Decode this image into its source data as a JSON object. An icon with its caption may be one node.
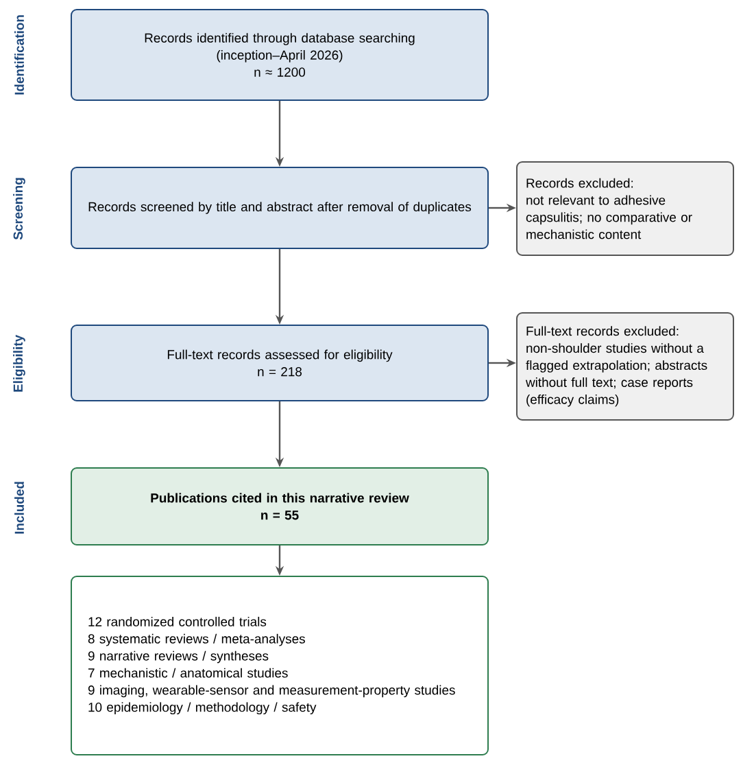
{
  "diagram": {
    "nodes": [
      {
        "text": [
          "Records identified through database searching",
          "(inception–April 2026)",
          "n ≈ 1200"
        ]
      },
      {
        "text": [
          "Records screened by title and abstract after removal of duplicates"
        ]
      },
      {
        "text": [
          "Records excluded:",
          "not relevant to adhesive capsulitis; no comparative or mechanistic content"
        ]
      },
      {
        "text": [
          "Full-text records assessed for eligibility",
          "n = 218"
        ]
      },
      {
        "text": [
          "Full-text records excluded:",
          "non-shoulder studies without a flagged extrapolation; abstracts without full text; case reports (efficacy claims)"
        ]
      },
      {
        "text": [
          "Publications cited in this narrative review",
          "n = 55"
        ]
      },
      {
        "text": [
          "12  randomized controlled trials",
          "8  systematic reviews / meta-analyses",
          "9  narrative reviews / syntheses",
          "7  mechanistic / anatomical studies",
          "9  imaging, wearable-sensor and measurement-property studies",
          "10  epidemiology / methodology / safety"
        ]
      }
    ],
    "edges": [
      {
        "from": 0,
        "to": 1,
        "arrow": "to"
      },
      {
        "from": 1,
        "to": 2,
        "arrow": "to"
      },
      {
        "from": 1,
        "to": 3,
        "arrow": "to"
      },
      {
        "from": 3,
        "to": 4,
        "arrow": "to"
      },
      {
        "from": 3,
        "to": 5,
        "arrow": "to"
      },
      {
        "from": 5,
        "to": 6,
        "arrow": "to"
      }
    ],
    "labels": [
      "Identification",
      "Screening",
      "Eligibility",
      "Included"
    ]
  }
}
